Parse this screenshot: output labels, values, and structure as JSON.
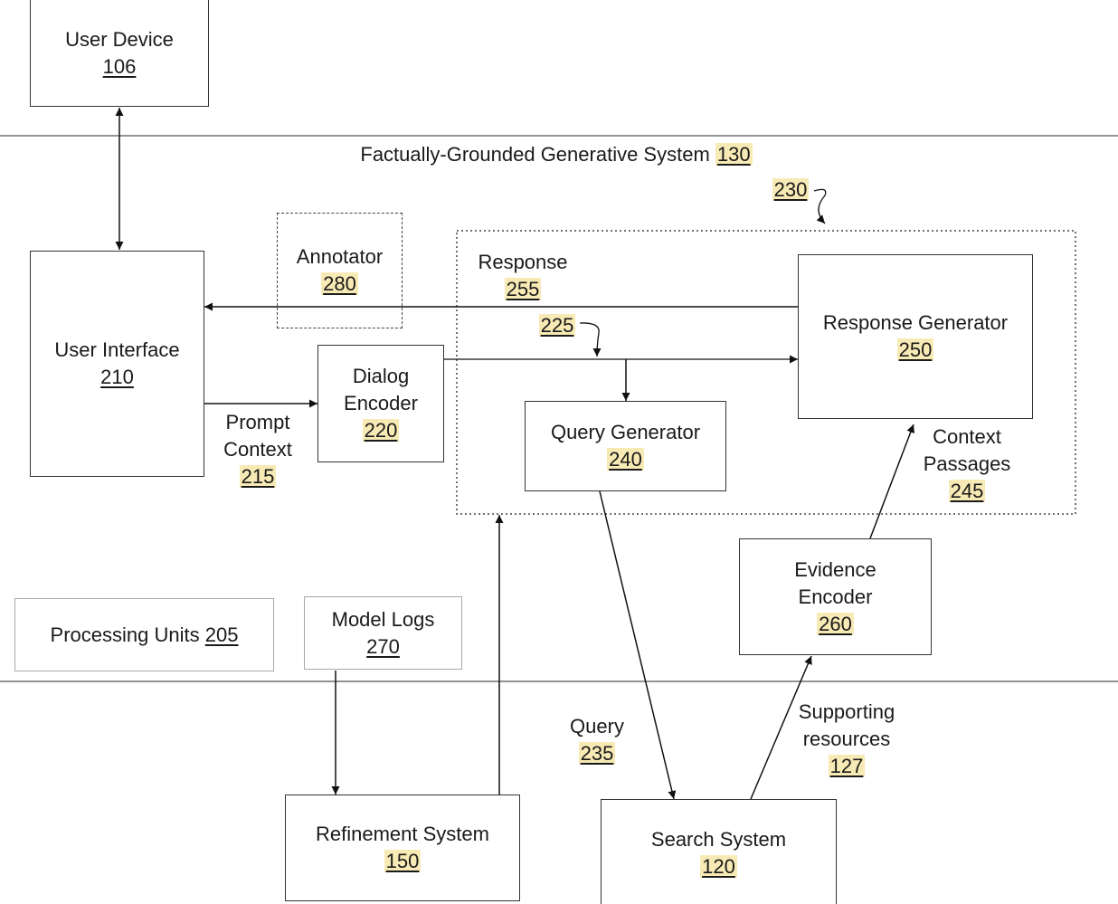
{
  "system_title": {
    "text": "Factually-Grounded Generative System",
    "ref": "130"
  },
  "ref_230": "230",
  "ref_225": "225",
  "user_device": {
    "name": "User Device",
    "ref": "106"
  },
  "user_interface": {
    "name": "User Interface",
    "ref": "210"
  },
  "annotator": {
    "name": "Annotator",
    "ref": "280"
  },
  "dialog_encoder": {
    "line1": "Dialog",
    "line2": "Encoder",
    "ref": "220"
  },
  "response": {
    "name": "Response",
    "ref": "255"
  },
  "response_generator": {
    "name": "Response Generator",
    "ref": "250"
  },
  "query_generator": {
    "name": "Query Generator",
    "ref": "240"
  },
  "prompt_context": {
    "line1": "Prompt",
    "line2": "Context",
    "ref": "215"
  },
  "context_passages": {
    "line1": "Context",
    "line2": "Passages",
    "ref": "245"
  },
  "evidence_encoder": {
    "line1": "Evidence",
    "line2": "Encoder",
    "ref": "260"
  },
  "processing_units": {
    "name": "Processing Units",
    "ref": "205"
  },
  "model_logs": {
    "name": "Model Logs",
    "ref": "270"
  },
  "query": {
    "name": "Query",
    "ref": "235"
  },
  "supporting_resources": {
    "line1": "Supporting",
    "line2": "resources",
    "ref": "127"
  },
  "refinement_system": {
    "name": "Refinement System",
    "ref": "150"
  },
  "search_system": {
    "name": "Search System",
    "ref": "120"
  }
}
